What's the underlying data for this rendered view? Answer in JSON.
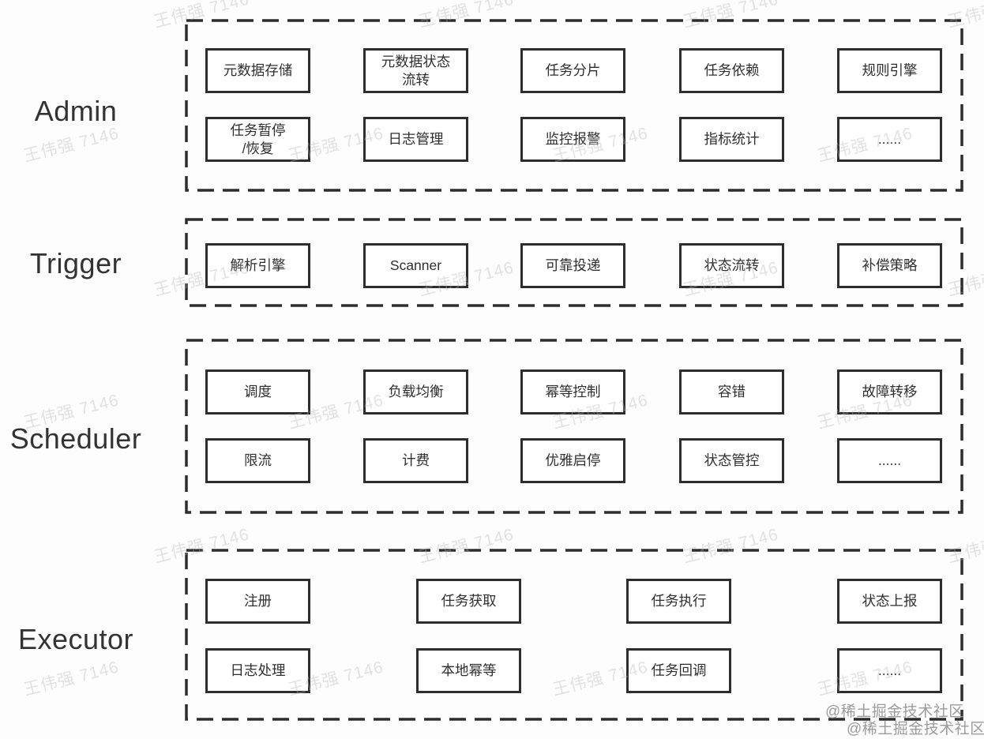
{
  "colors": {
    "ink": "#2d2d2d",
    "text": "#2f2f2f",
    "label": "#333333",
    "background": "#fdfdfd",
    "watermark": "#b5b5b5",
    "community": "#9b9b9b"
  },
  "watermark": {
    "text": "王伟强 7146",
    "community": "@稀土掘金技术社区"
  },
  "sections": [
    {
      "id": "admin",
      "label": "Admin",
      "rows": [
        [
          "元数据存储",
          "元数据状态\n流转",
          "任务分片",
          "任务依赖",
          "规则引擎"
        ],
        [
          "任务暂停\n/恢复",
          "日志管理",
          "监控报警",
          "指标统计",
          "......"
        ]
      ]
    },
    {
      "id": "trigger",
      "label": "Trigger",
      "rows": [
        [
          "解析引擎",
          "Scanner",
          "可靠投递",
          "状态流转",
          "补偿策略"
        ]
      ]
    },
    {
      "id": "scheduler",
      "label": "Scheduler",
      "rows": [
        [
          "调度",
          "负载均衡",
          "幂等控制",
          "容错",
          "故障转移"
        ],
        [
          "限流",
          "计费",
          "优雅启停",
          "状态管控",
          "......"
        ]
      ]
    },
    {
      "id": "executor",
      "label": "Executor",
      "rows": [
        [
          "注册",
          "任务获取",
          "任务执行",
          "状态上报"
        ],
        [
          "日志处理",
          "本地幂等",
          "任务回调",
          "......"
        ]
      ]
    }
  ]
}
